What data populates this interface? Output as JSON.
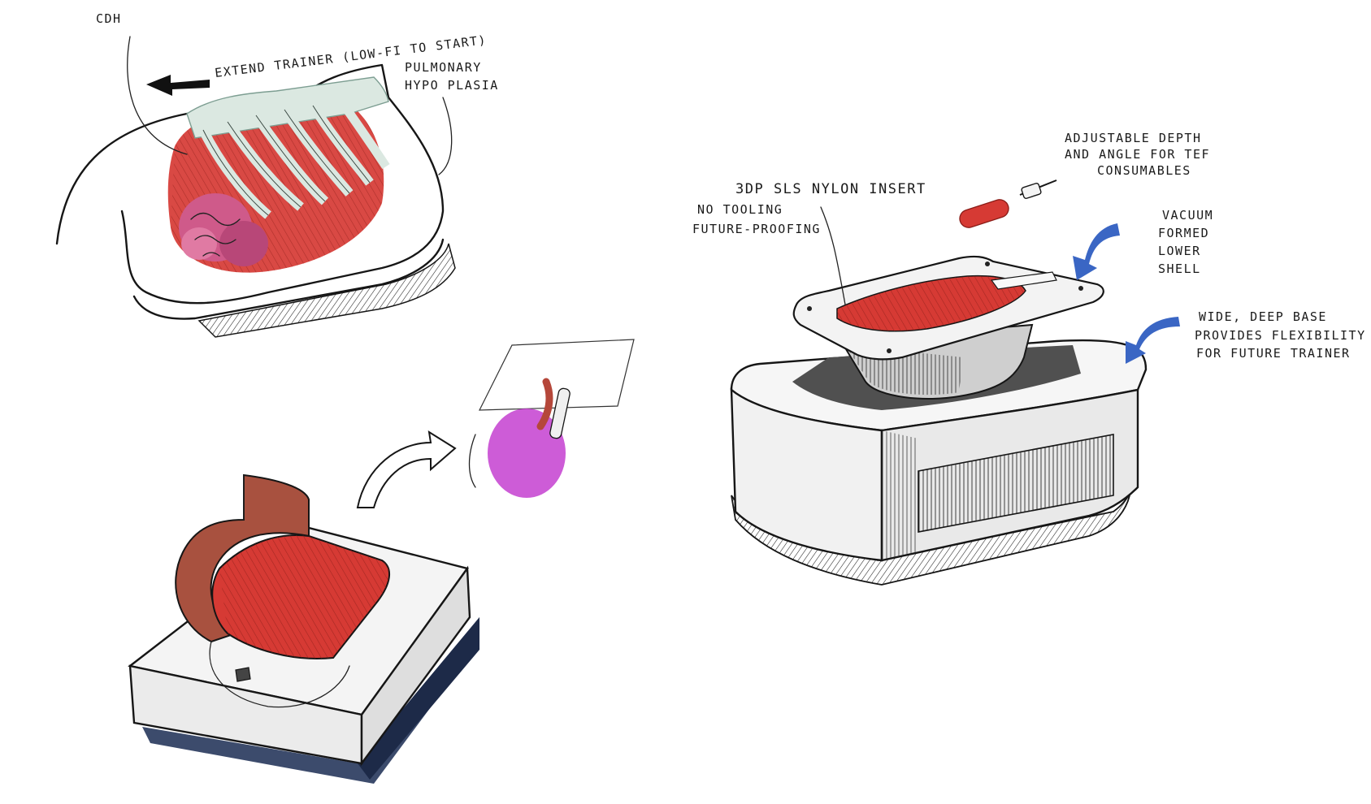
{
  "sketch_top_left": {
    "label_cdh": "CDH",
    "label_extend": "EXTEND TRAINER (LOW-FI TO START)",
    "label_pulmonary_line1": "PULMONARY",
    "label_pulmonary_line2": "HYPO PLASIA"
  },
  "sketch_right": {
    "label_adjustable_line1": "ADJUSTABLE DEPTH",
    "label_adjustable_line2": "AND ANGLE FOR TEF",
    "label_adjustable_line3": "CONSUMABLES",
    "label_insert_line1": "3DP   SLS NYLON INSERT",
    "label_insert_line2": "NO TOOLING",
    "label_insert_line3": "FUTURE-PROOFING",
    "label_vacuum_line1": "VACUUM",
    "label_vacuum_line2": "FORMED",
    "label_vacuum_line3": "LOWER",
    "label_vacuum_line4": "SHELL",
    "label_base_line1": "WIDE, DEEP BASE",
    "label_base_line2": "PROVIDES FLEXIBILITY",
    "label_base_line3": "FOR FUTURE TRAINER"
  },
  "colors": {
    "tissue_red": "#d63a34",
    "organ_pink": "#cf5a8a",
    "rib_mint": "#dbe8e1",
    "heart_magenta": "#c43fd0",
    "arrow_blue": "#3a66c4",
    "shadow_navy": "#27375c",
    "brown_flap": "#a8513f",
    "ink": "#161616"
  }
}
